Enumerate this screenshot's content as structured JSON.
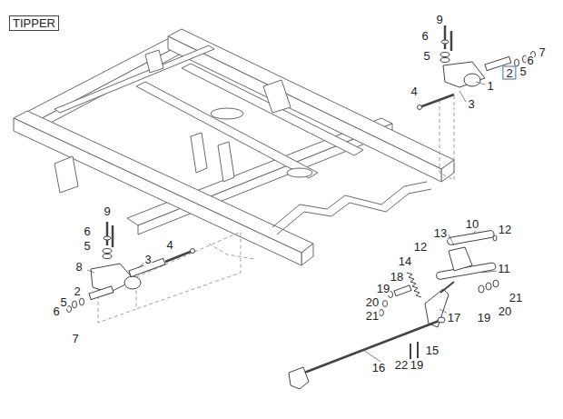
{
  "diagram": {
    "title": "TIPPER",
    "labels": [
      "9",
      "6",
      "5",
      "2",
      "7",
      "6",
      "5",
      "1",
      "4",
      "3",
      "9",
      "6",
      "5",
      "4",
      "8",
      "3",
      "2",
      "5",
      "6",
      "7",
      "13",
      "10",
      "12",
      "12",
      "14",
      "11",
      "18",
      "19",
      "20",
      "21",
      "17",
      "21",
      "20",
      "19",
      "15",
      "16",
      "22",
      "19"
    ]
  }
}
